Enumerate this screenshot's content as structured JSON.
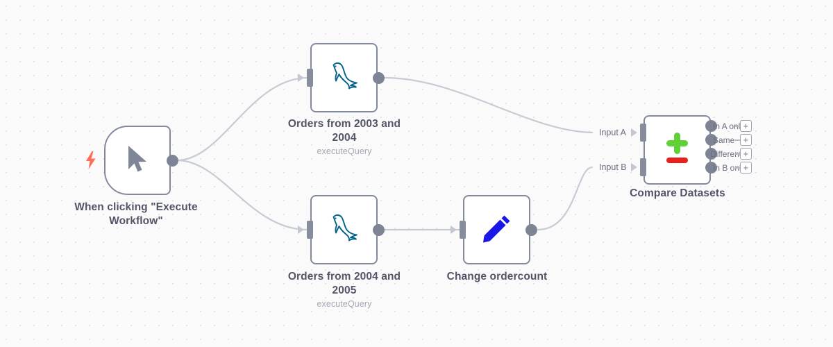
{
  "canvas": {
    "background_color": "#fafafb",
    "dot_color": "#e4e5e9",
    "edge_color": "#c7cbd3"
  },
  "nodes": [
    {
      "id": "trigger",
      "name": "When clicking \"Execute Workflow\"",
      "subtitle": "",
      "icon": "cursor-pointer-icon",
      "badge": "lightning-bolt-icon",
      "badge_color": "#ff6d5a"
    },
    {
      "id": "mysql-a",
      "name": "Orders from 2003 and 2004",
      "subtitle": "executeQuery",
      "icon": "mysql-dolphin-icon",
      "icon_color": "#00618a"
    },
    {
      "id": "mysql-b",
      "name": "Orders from 2004 and 2005",
      "subtitle": "executeQuery",
      "icon": "mysql-dolphin-icon",
      "icon_color": "#00618a"
    },
    {
      "id": "set",
      "name": "Change ordercount",
      "subtitle": "",
      "icon": "pencil-edit-icon",
      "icon_color": "#1a16e8"
    },
    {
      "id": "compare",
      "name": "Compare Datasets",
      "subtitle": "",
      "icon": "plus-minus-icon",
      "plus_color": "#5fd035",
      "minus_color": "#e8201c"
    }
  ],
  "compare": {
    "inputs": [
      {
        "label": "Input A"
      },
      {
        "label": "Input B"
      }
    ],
    "outputs": [
      {
        "label": "In A only",
        "add_label": "+"
      },
      {
        "label": "Same",
        "add_label": "+"
      },
      {
        "label": "Different",
        "add_label": "+"
      },
      {
        "label": "In B only",
        "add_label": "+"
      }
    ]
  }
}
